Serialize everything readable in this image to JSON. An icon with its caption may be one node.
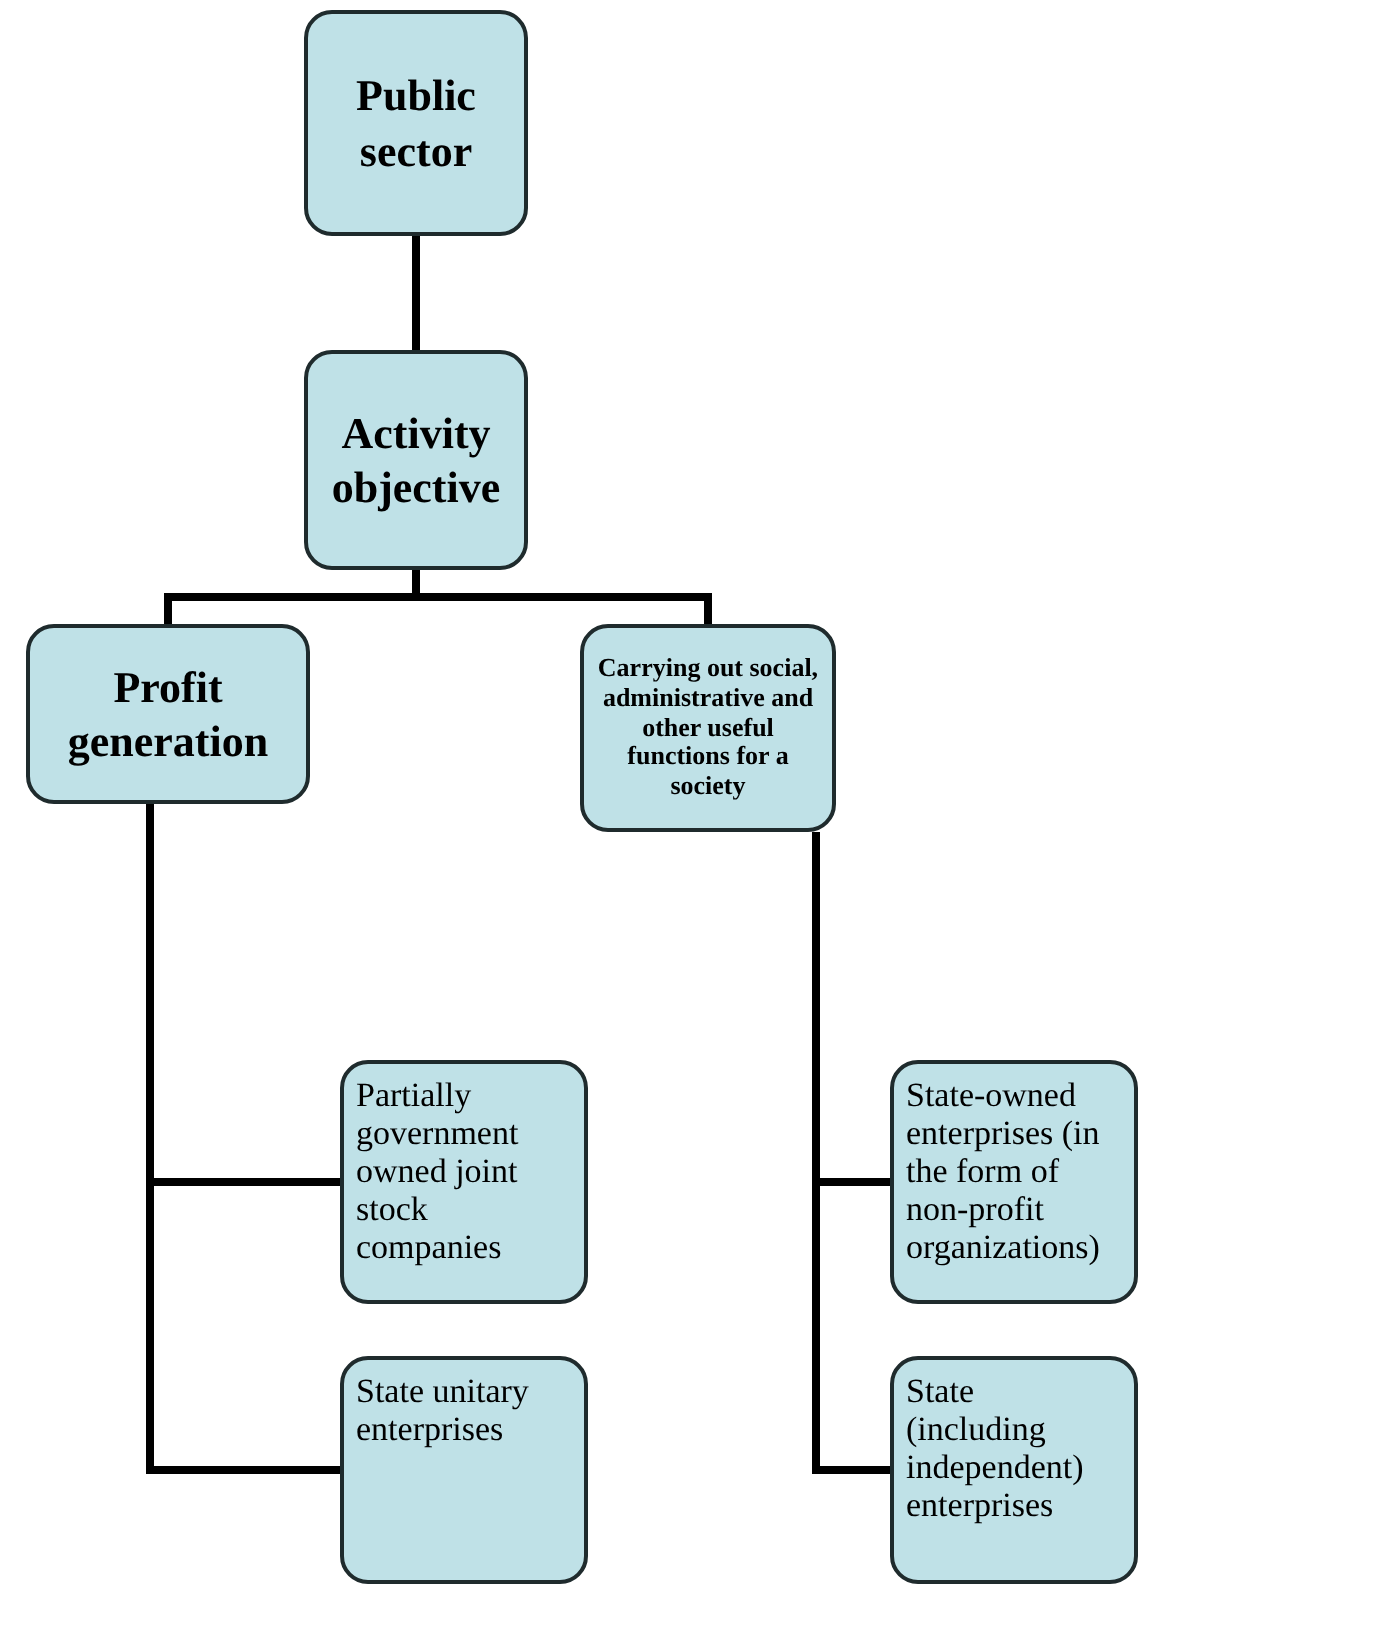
{
  "diagram": {
    "nodes": [
      {
        "text": [
          "Public sector"
        ]
      },
      {
        "text": [
          "Activity objective"
        ]
      },
      {
        "text": [
          "Profit generation"
        ]
      },
      {
        "text": [
          "Carrying out social, administrative and other useful functions for a society"
        ]
      },
      {
        "text": [
          "Partially government owned joint stock companies"
        ]
      },
      {
        "text": [
          "State unitary enterprises"
        ]
      },
      {
        "text": [
          "State-owned enterprises (in the form of non-profit organizations)"
        ]
      },
      {
        "text": [
          "State (including independent) enterprises"
        ]
      }
    ],
    "edges": [
      {
        "from": 0,
        "to": 1,
        "arrow": "none"
      },
      {
        "from": 1,
        "to": 2,
        "arrow": "none"
      },
      {
        "from": 1,
        "to": 3,
        "arrow": "none"
      },
      {
        "from": 2,
        "to": 4,
        "arrow": "none"
      },
      {
        "from": 2,
        "to": 5,
        "arrow": "none"
      },
      {
        "from": 3,
        "to": 6,
        "arrow": "none"
      },
      {
        "from": 3,
        "to": 7,
        "arrow": "none"
      }
    ]
  }
}
